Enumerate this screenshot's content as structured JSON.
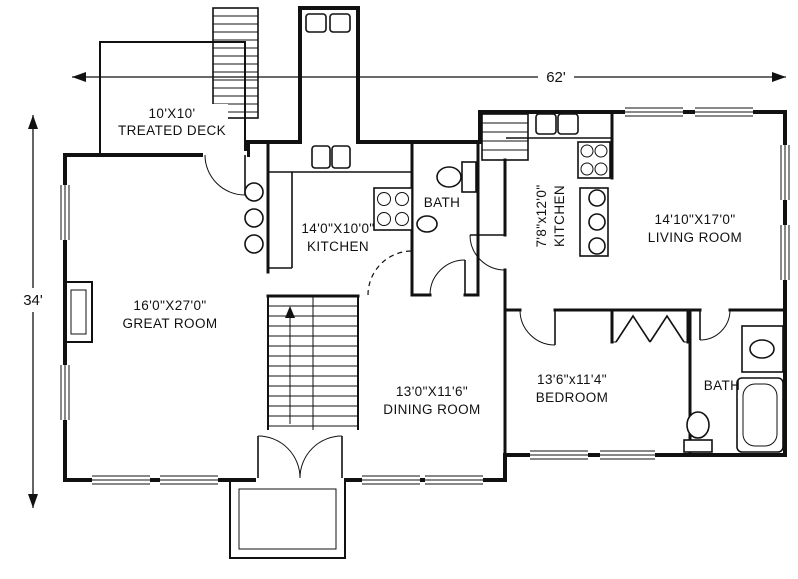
{
  "figure": {
    "type": "architectural-floor-plan"
  },
  "dimensions": {
    "width": "62'",
    "height": "34'"
  },
  "rooms": {
    "deck": {
      "size": "10'X10'",
      "name": "TREATED DECK"
    },
    "great_room": {
      "size": "16'0\"X27'0\"",
      "name": "GREAT ROOM"
    },
    "kitchen_left": {
      "size": "14'0\"X10'0\"",
      "name": "KITCHEN"
    },
    "bath_top": {
      "name": "BATH"
    },
    "kitchen_right": {
      "size": "7'8\"x12'0\"",
      "name": "KITCHEN"
    },
    "living_room": {
      "size": "14'10\"X17'0\"",
      "name": "LIVING ROOM"
    },
    "dining_room": {
      "size": "13'0\"X11'6\"",
      "name": "DINING ROOM"
    },
    "bedroom": {
      "size": "13'6\"x11'4\"",
      "name": "BEDROOM"
    },
    "bath_bottom": {
      "name": "BATH"
    }
  },
  "colors": {
    "line": "#111111",
    "background": "#ffffff"
  }
}
